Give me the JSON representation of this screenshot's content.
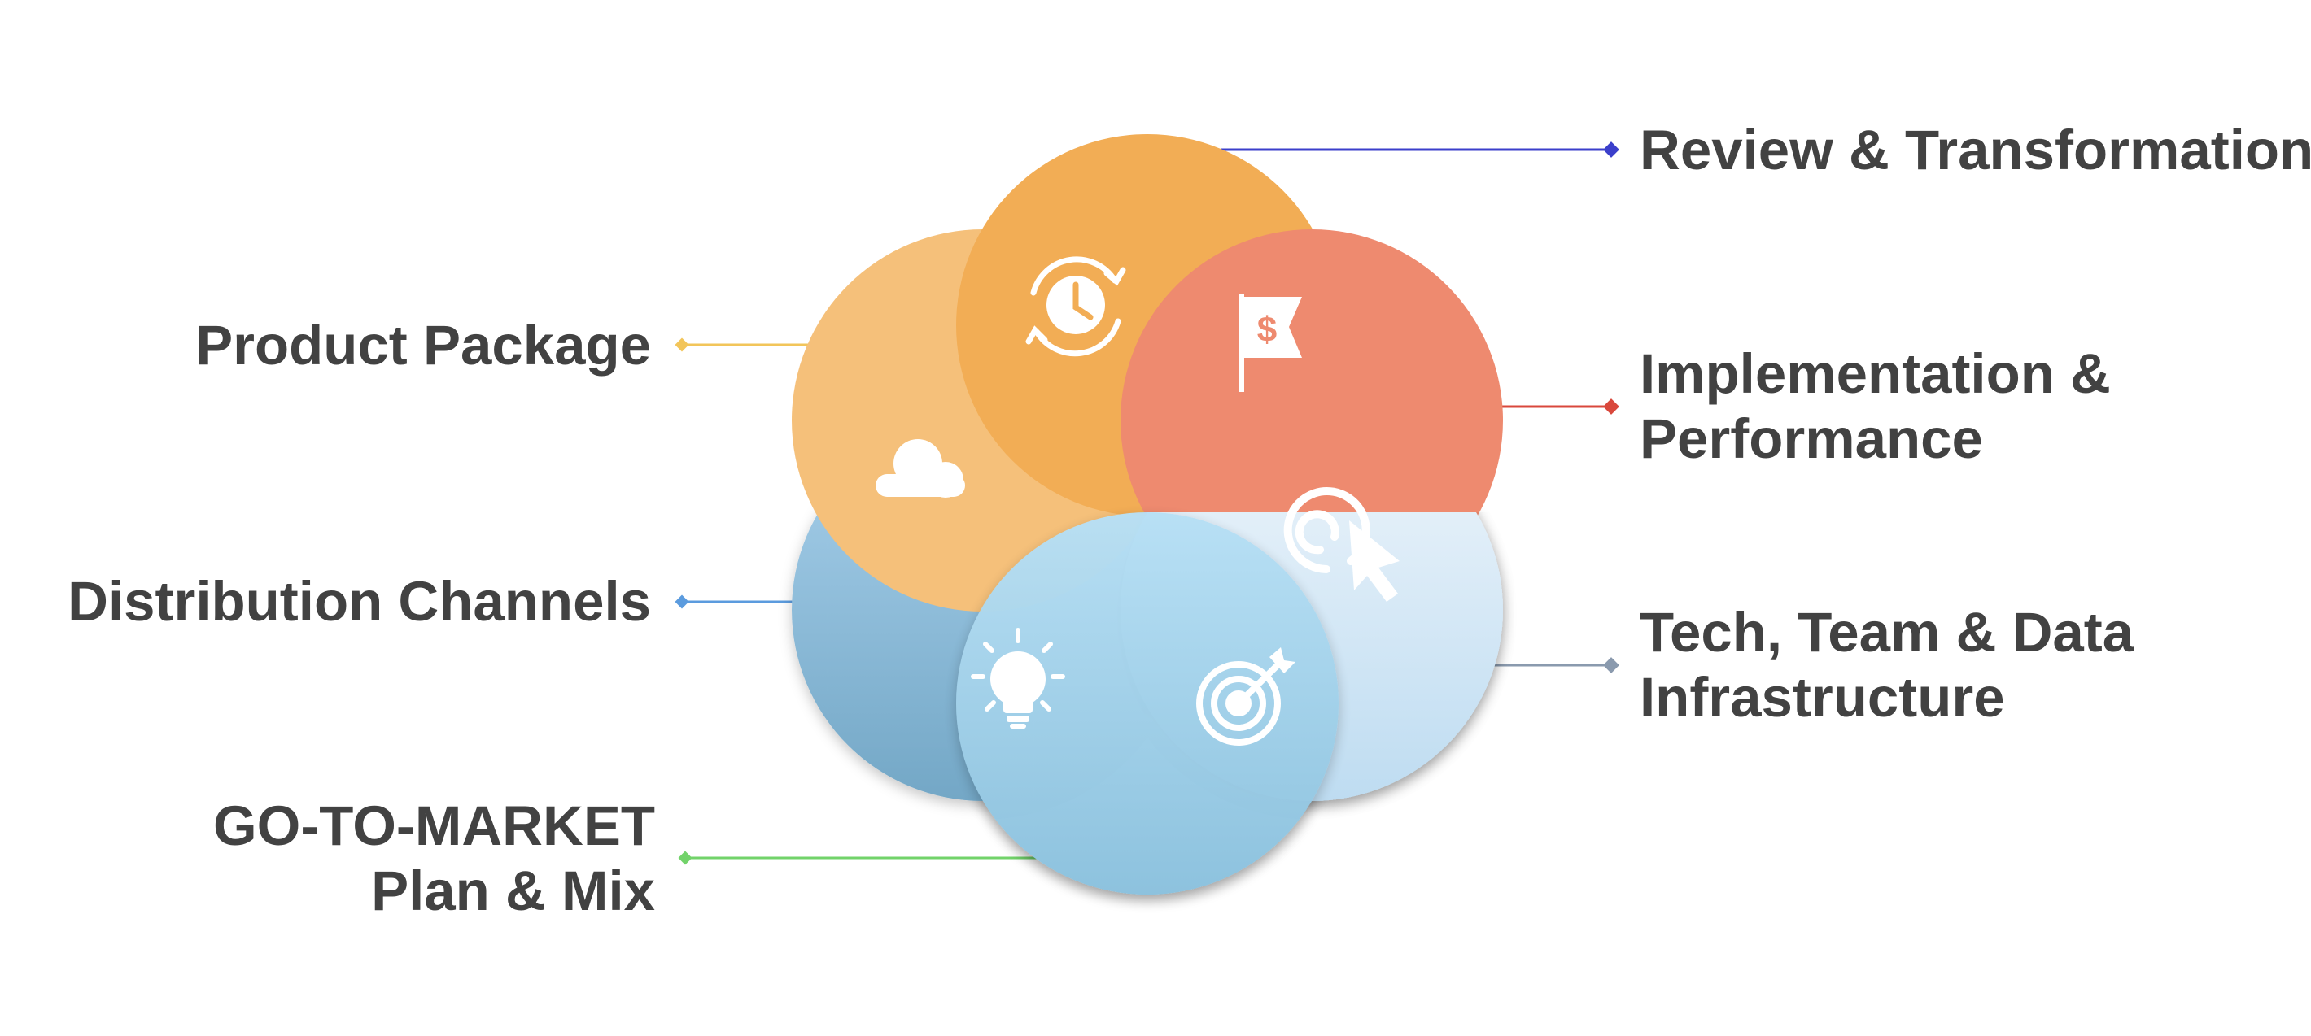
{
  "labels": {
    "review": [
      "Review & Transformation"
    ],
    "implementation": [
      "Implementation &",
      "Performance"
    ],
    "tech": [
      "Tech, Team & Data",
      "Infrastructure"
    ],
    "product": [
      "Product Package"
    ],
    "distribution": [
      "Distribution  Channels"
    ],
    "gtm": [
      "GO-TO-MARKET",
      "Plan & Mix"
    ]
  },
  "icons": {
    "cloud": "cloud-icon",
    "clock": "clock-refresh-icon",
    "flag": "dollar-flag-icon",
    "click": "pointer-click-icon",
    "bulb": "lightbulb-icon",
    "target": "target-arrow-icon"
  },
  "colors": {
    "text": "#424242",
    "product": "#F5C07A",
    "review": "#F2AD55",
    "implementation": "#EE8A6F",
    "tech": "#D5E8F6",
    "distribution": "#8DBCD9",
    "gtm": "#A9D6EE",
    "line_review": "#3B3FCB",
    "line_implementation": "#D9483C",
    "line_tech": "#8A9AAE",
    "line_product": "#F2C55A",
    "line_distribution": "#5B9BDE",
    "line_gtm": "#72D36A"
  }
}
